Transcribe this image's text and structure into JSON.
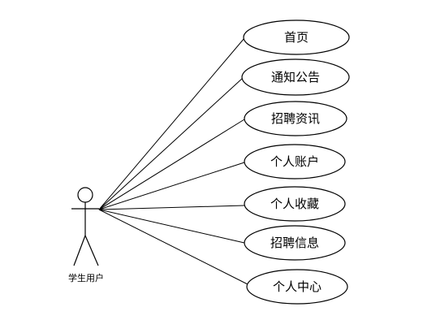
{
  "actor": {
    "label": "学生用户"
  },
  "use_cases": [
    {
      "label": "首页"
    },
    {
      "label": "通知公告"
    },
    {
      "label": "招聘资讯"
    },
    {
      "label": "个人账户"
    },
    {
      "label": "个人收藏"
    },
    {
      "label": "招聘信息"
    },
    {
      "label": "个人中心"
    }
  ],
  "colors": {
    "stroke": "#000000",
    "background": "#ffffff"
  }
}
